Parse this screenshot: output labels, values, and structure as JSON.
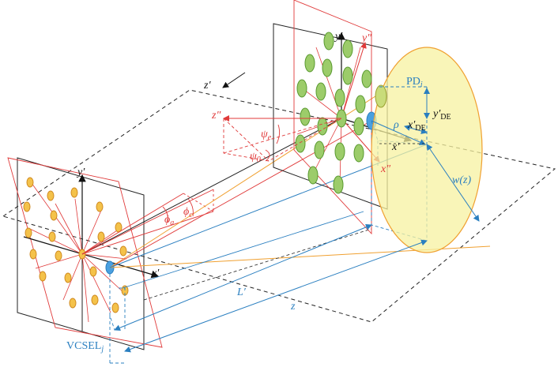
{
  "labels": {
    "z_prime_top": "z′",
    "y_prime_left": "y′",
    "x_prime_left": "x′",
    "phi_a": "ϕ",
    "phi_a_sub": "a",
    "phi_c": "ϕ",
    "phi_c_sub": "c",
    "y_prime_right": "y′",
    "y_dprime_right": "y″",
    "z_dprime": "z″",
    "psi_e": "ψ",
    "psi_e_sub": "e",
    "psi_0": "ψ",
    "psi_0_sub": "0",
    "x_prime_right": "x′",
    "x_dprime_right": "x″",
    "pd": "PD",
    "pd_sub": "i",
    "y_de": "y′",
    "y_de_sub": "DE",
    "x_de": "x′",
    "x_de_sub": "DE",
    "rho": "ρ",
    "w_z": "w(z)",
    "l_prime": "L′",
    "z_dist": "z",
    "vcsel": "VCSEL",
    "vcsel_sub": "j"
  },
  "colors": {
    "red": "#e03a3a",
    "blue": "#2a7fc0",
    "orange": "#f0a030",
    "green_fill": "#9ccc6a",
    "green_stroke": "#5a9a30",
    "orange_fill": "#f4c24a",
    "orange_stroke": "#d08a20",
    "yellow_fill": "#f7f2a0",
    "yellow_stroke": "#f0a030",
    "black": "#111111"
  }
}
